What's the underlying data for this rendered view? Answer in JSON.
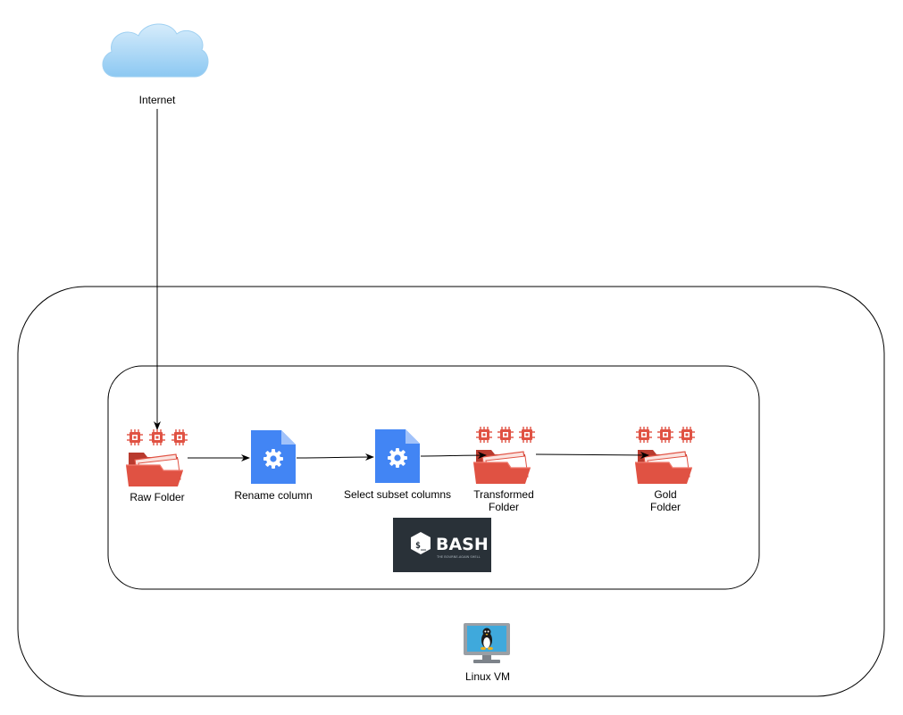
{
  "nodes": {
    "internet": {
      "label": "Internet",
      "icon": "cloud-icon"
    },
    "raw_folder": {
      "label": "Raw Folder",
      "icon": "folder-open-icon"
    },
    "rename_column": {
      "label": "Rename column",
      "icon": "settings-file-icon"
    },
    "select_subset": {
      "label": "Select subset columns",
      "icon": "settings-file-icon"
    },
    "transformed_folder": {
      "label_line1": "Transformed",
      "label_line2": "Folder",
      "icon": "folder-open-icon"
    },
    "gold_folder": {
      "label_line1": "Gold",
      "label_line2": "Folder",
      "icon": "folder-open-icon"
    },
    "linux_vm": {
      "label": "Linux VM",
      "icon": "linux-monitor-icon"
    }
  },
  "bash_logo": {
    "text": "BASH",
    "subtext": "THE BOURNE-AGAIN SHELL"
  },
  "colors": {
    "folder_red": "#e05243",
    "folder_dark": "#b83a2e",
    "file_blue": "#4285f4",
    "file_fold": "#a1c2fa",
    "cloud_blue": "#a8d4f5",
    "bash_bg": "#293138",
    "monitor_screen": "#3fa9dc"
  }
}
